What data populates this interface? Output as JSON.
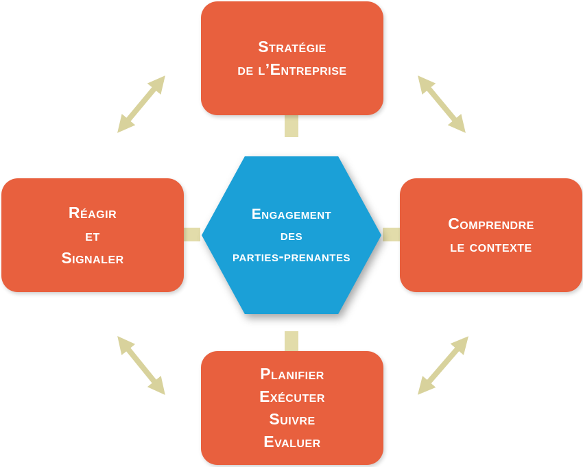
{
  "center": {
    "lines": [
      "Engagement",
      "des",
      "parties-prenantes"
    ]
  },
  "boxes": {
    "top": {
      "lines": [
        "Stratégie",
        "de l’Entreprise"
      ]
    },
    "left": {
      "lines": [
        "Réagir",
        "et",
        "Signaler"
      ]
    },
    "right": {
      "lines": [
        "Comprendre",
        "le contexte"
      ]
    },
    "bottom": {
      "lines": [
        "Planifier",
        "Exécuter",
        "Suivre",
        "Evaluer"
      ]
    }
  },
  "colors": {
    "box": "#e8603e",
    "hexagon": "#1ba0d7",
    "connector": "#e2dcaa",
    "arrow": "#d8d29c",
    "text": "#ffffff"
  },
  "icons": [
    "double-arrow-icon"
  ]
}
